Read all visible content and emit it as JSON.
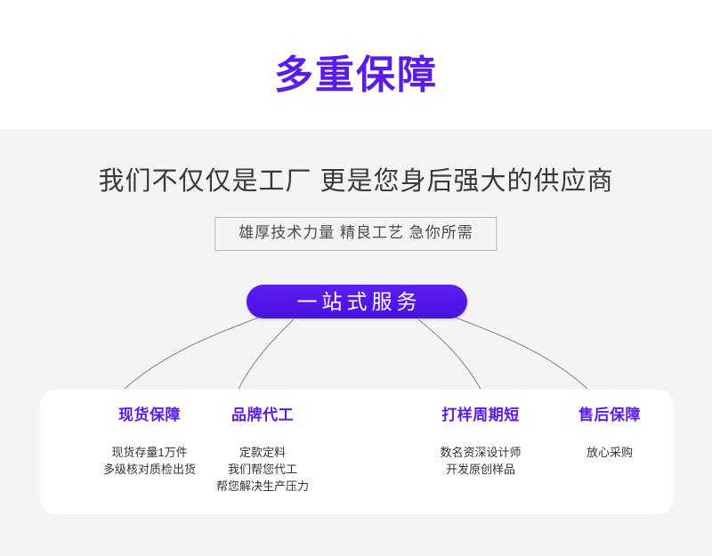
{
  "page": {
    "background_color": "#ffffff",
    "body_background_color": "#f4f4f4",
    "accent_color": "#5B1BE8"
  },
  "header": {
    "title": "多重保障",
    "title_color": "#5B1BE8"
  },
  "intro": {
    "subtitle": "我们不仅仅是工厂 更是您身后强大的供应商",
    "tagline": "雄厚技术力量  精良工艺  急你所需"
  },
  "hub": {
    "label": "一站式服务",
    "gradient_start": "#5E20F2",
    "gradient_end": "#4A12DC",
    "text_color": "#ffffff"
  },
  "connectors": {
    "count": 4,
    "color": "#8c8c8c",
    "style": "curved-arrow"
  },
  "features": [
    {
      "title": "现货保障",
      "lines": [
        "现货存量1万件",
        "多级核对质检出货"
      ]
    },
    {
      "title": "品牌代工",
      "lines": [
        "定款定料",
        "我们帮您代工",
        "帮您解决生产压力"
      ]
    },
    {
      "title": "打样周期短",
      "lines": [
        "数名资深设计师",
        "开发原创样品"
      ]
    },
    {
      "title": "售后保障",
      "lines": [
        "放心采购"
      ]
    }
  ]
}
